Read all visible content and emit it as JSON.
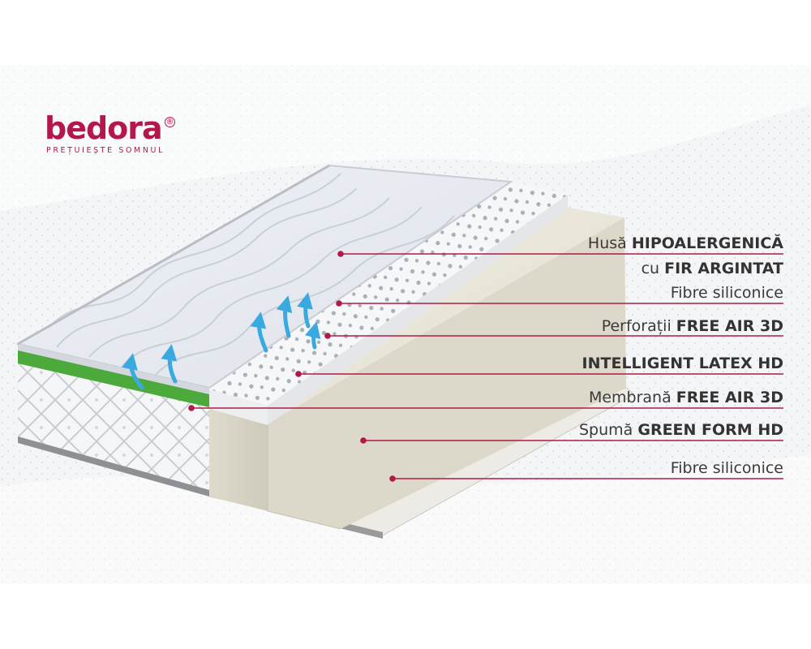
{
  "brand": {
    "name": "bedora",
    "tagline": "PREȚUIEȘTE SOMNUL",
    "color": "#b5174b"
  },
  "colors": {
    "leader": "#b01a46",
    "membrane": "#4caa3c",
    "airflow_arrow": "#3aa9e0"
  },
  "layers": [
    {
      "plain": "Husă ",
      "bold": "HIPOALERGENICĂ"
    },
    {
      "plain": "cu ",
      "bold": "FIR ARGINTAT"
    },
    {
      "plain": "Fibre siliconice",
      "bold": ""
    },
    {
      "plain": "Perforații ",
      "bold": "FREE AIR 3D"
    },
    {
      "plain": "",
      "bold": "INTELLIGENT LATEX HD"
    },
    {
      "plain": "Membrană ",
      "bold": "FREE AIR 3D"
    },
    {
      "plain": "Spumă ",
      "bold": "GREEN FORM HD"
    },
    {
      "plain": "Fibre siliconice",
      "bold": ""
    }
  ]
}
